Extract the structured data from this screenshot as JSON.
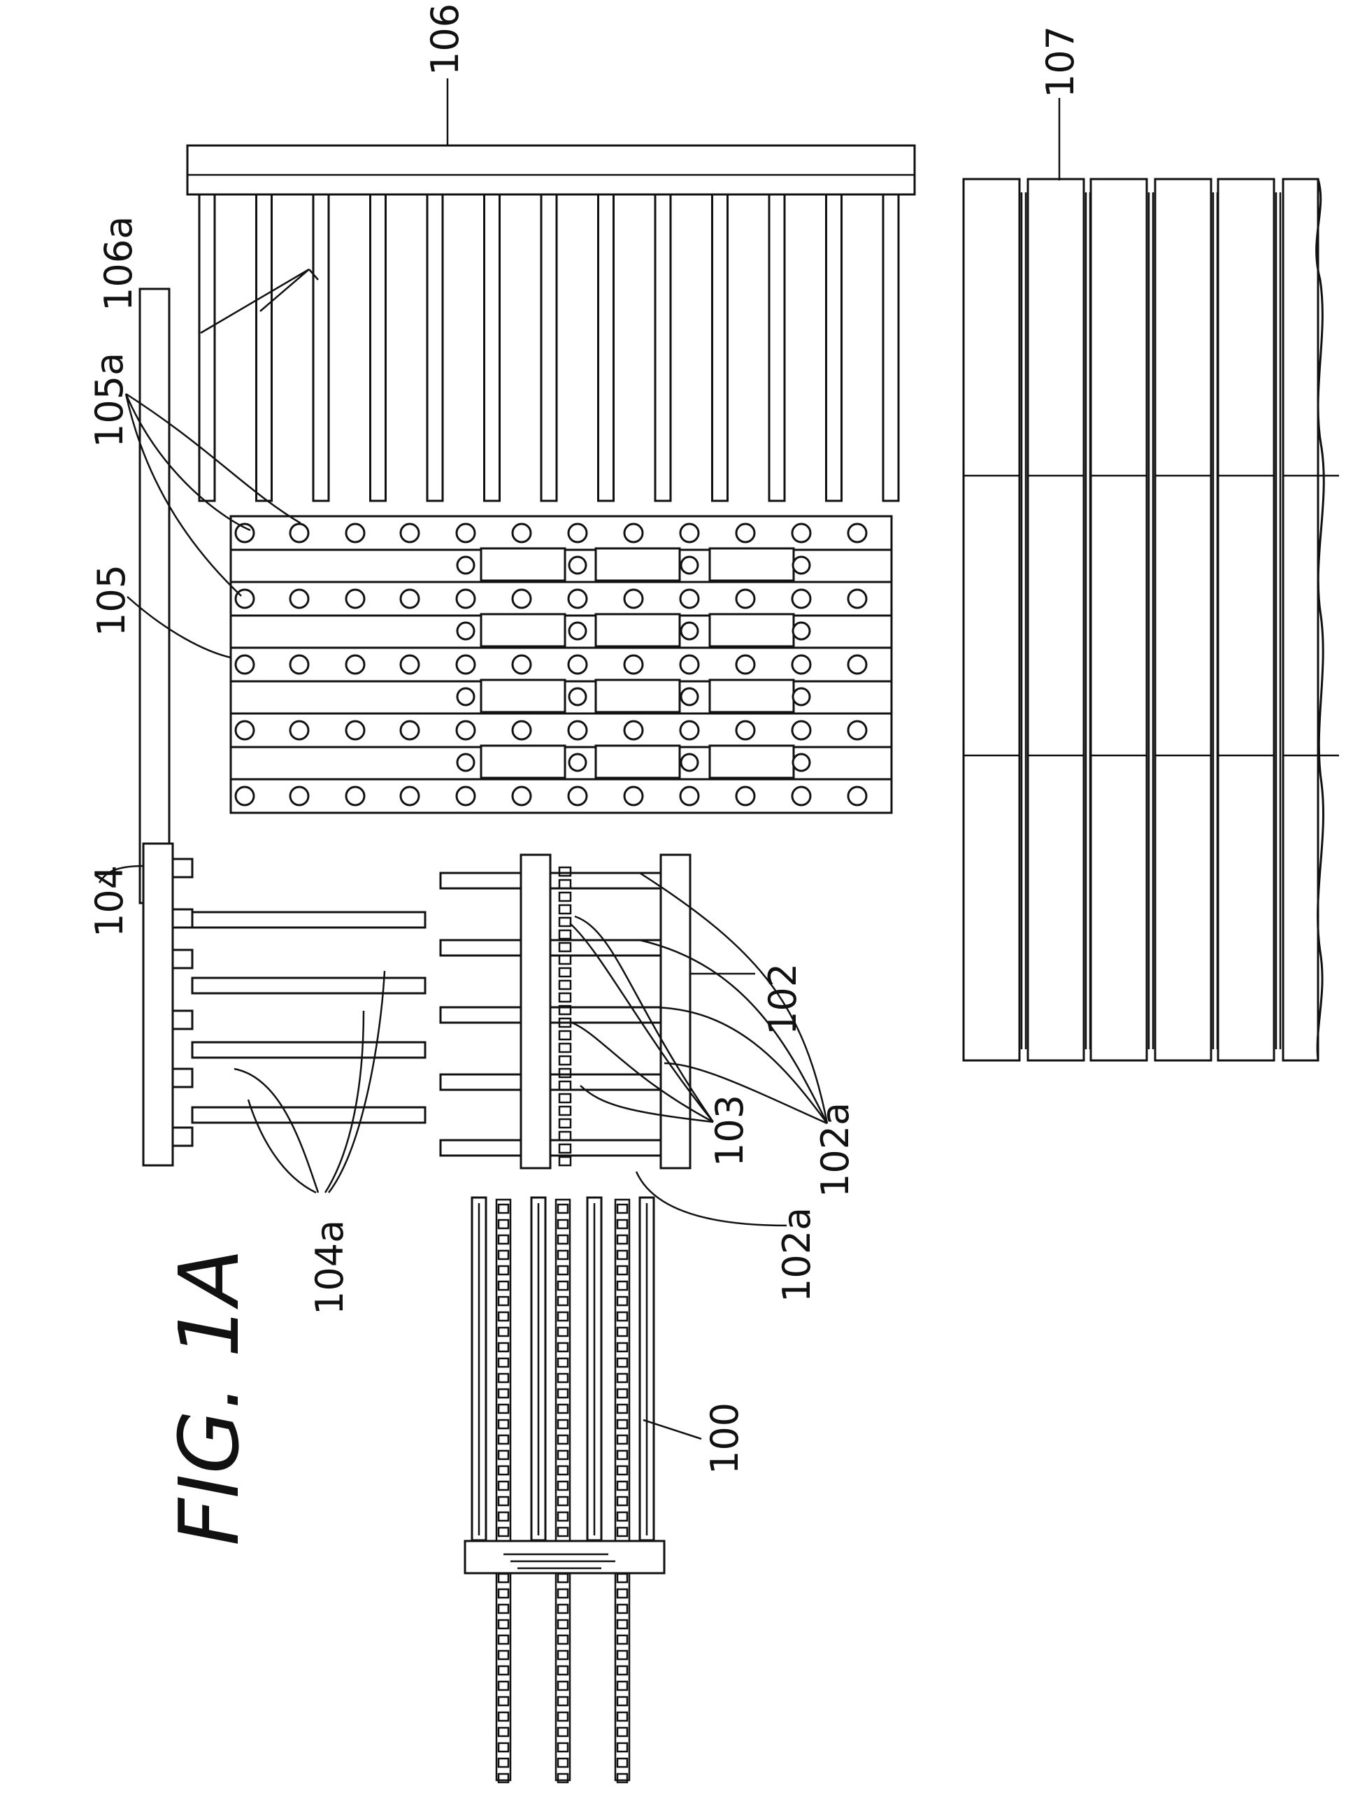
{
  "figure": {
    "title": "FIG. 1A"
  },
  "labels": {
    "l100": "100",
    "l102": "102",
    "l102a": "102a",
    "l103": "103",
    "l104": "104",
    "l104a": "104a",
    "l105": "105",
    "l105a": "105a",
    "l106": "106",
    "l106a": "106a",
    "l107": "107"
  }
}
